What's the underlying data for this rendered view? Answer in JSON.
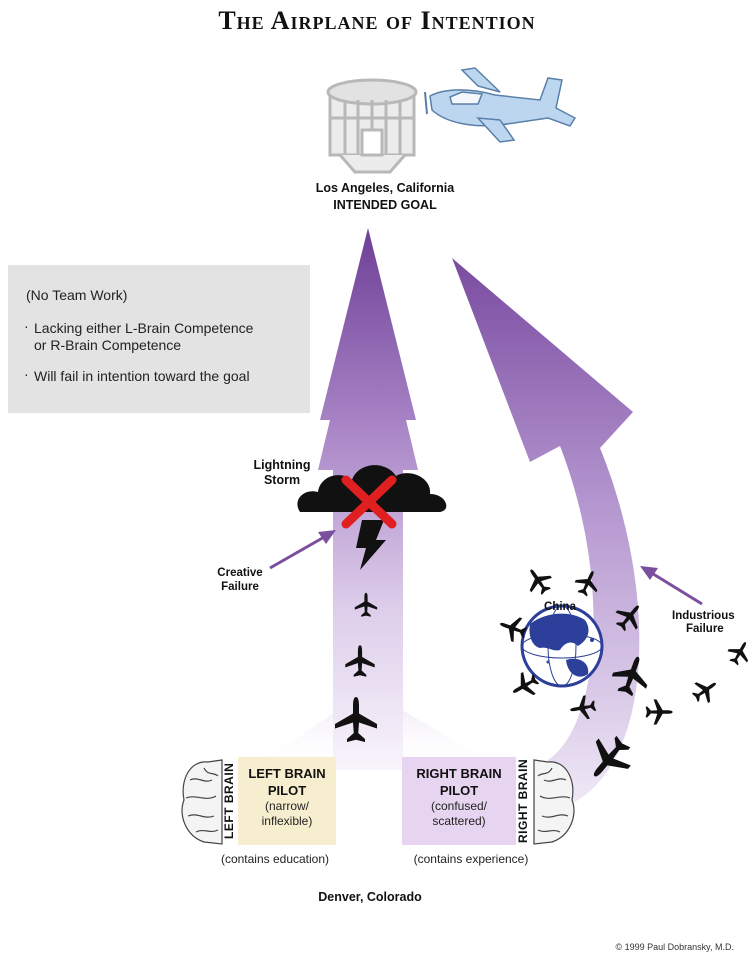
{
  "title": "The Airplane of Intention",
  "goal": {
    "line1": "Los Angeles, California",
    "line2": "INTENDED GOAL"
  },
  "infobox": {
    "heading": "(No Team Work)",
    "bullet_mark": "·",
    "bullet1_line1": "Lacking either L-Brain Competence",
    "bullet1_line2": "or R-Brain Competence",
    "bullet2": "Will fail in intention toward the goal"
  },
  "storm": {
    "line1": "Lightning",
    "line2": "Storm"
  },
  "creative_failure": {
    "line1": "Creative",
    "line2": "Failure"
  },
  "china": "China",
  "industrious_failure": {
    "line1": "Industrious",
    "line2": "Failure"
  },
  "left_pilot": {
    "line1": "LEFT BRAIN",
    "line2": "PILOT",
    "line3": "(narrow/",
    "line4": "inflexible)",
    "vertical": "LEFT BRAIN",
    "caption": "(contains education)"
  },
  "right_pilot": {
    "line1": "RIGHT BRAIN",
    "line2": "PILOT",
    "line3": "(confused/",
    "line4": "scattered)",
    "vertical": "RIGHT BRAIN",
    "caption": "(contains experience)"
  },
  "origin": "Denver, Colorado",
  "copyright": "© 1999 Paul Dobransky, M.D.",
  "colors": {
    "arrow_purple": "#7b4f9e",
    "arrow_light": "#f4eefa",
    "left_box": "#f7eecf",
    "right_box": "#e6d4f0",
    "x_mark": "#e02020",
    "plane_blue": "#bcd6f0",
    "globe_blue": "#2c3f9a"
  }
}
